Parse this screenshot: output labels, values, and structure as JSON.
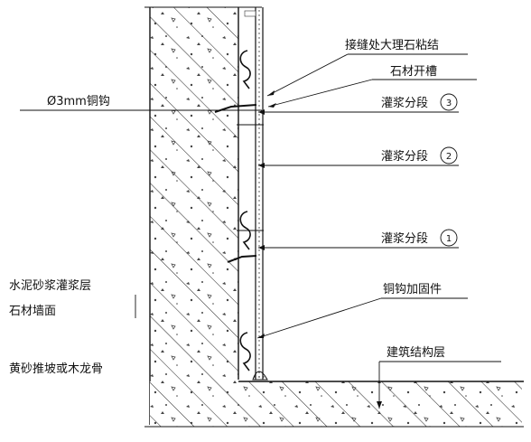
{
  "labels": {
    "marble_joint_bond": "接缝处大理石粘结",
    "stone_slot": "石材开槽",
    "copper_hook": "Ø3mm铜钩",
    "grout_stage_3": "灌浆分段",
    "grout_stage_2": "灌浆分段",
    "grout_stage_1": "灌浆分段",
    "copper_hook_reinforcement": "铜钩加固件",
    "cement_mortar_layer": "水泥砂浆灌浆层",
    "stone_wall_face": "石材墙面",
    "sand_slope_or_wood_keel": "黄砂推坡或木龙骨",
    "building_structure_layer": "建筑结构层"
  },
  "stage_numbers": {
    "s3": "3",
    "s2": "2",
    "s1": "1"
  }
}
